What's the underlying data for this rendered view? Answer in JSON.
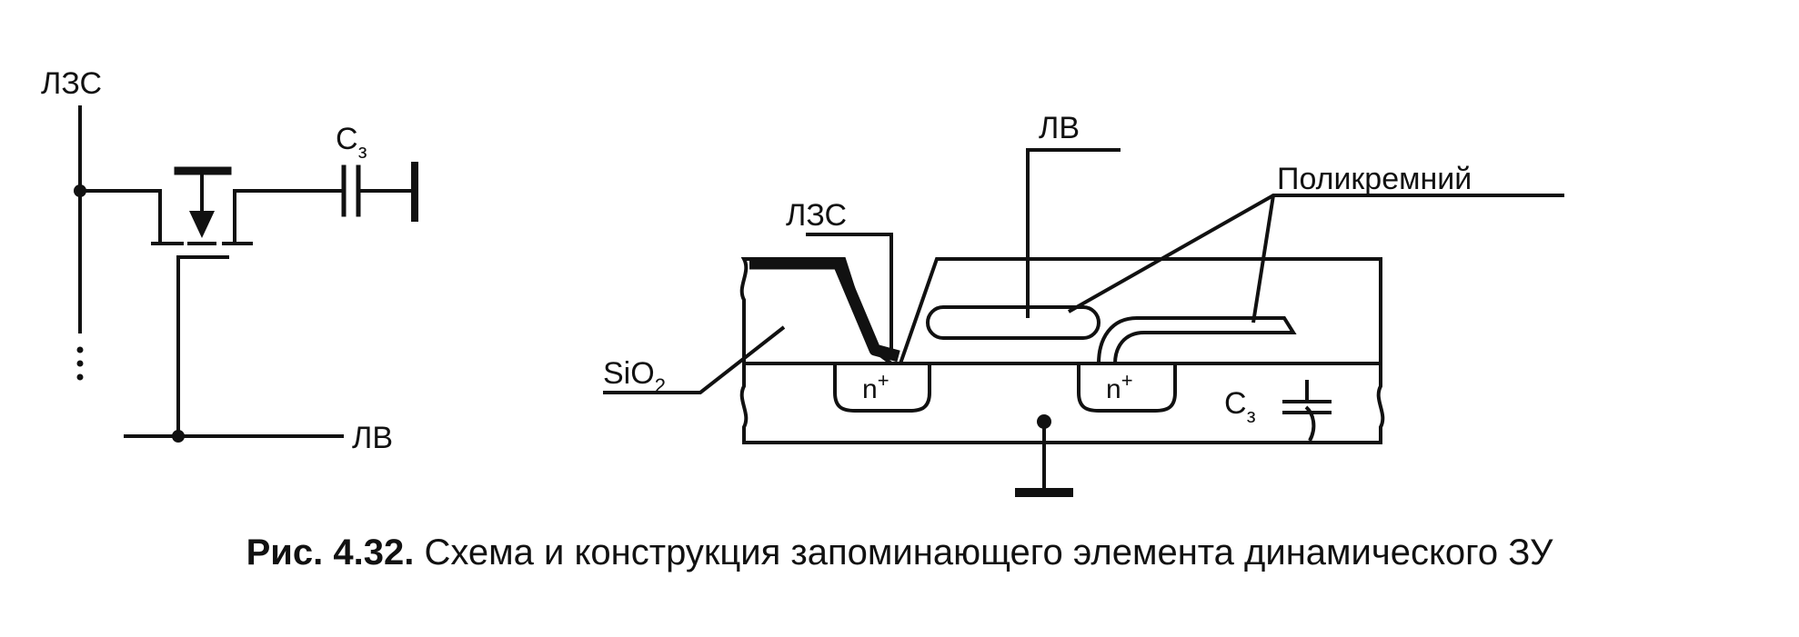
{
  "schematic": {
    "bitline_label": "ЛЗС",
    "wordline_label": "ЛВ",
    "capacitor_label": "C",
    "capacitor_subscript": "з"
  },
  "cross_section": {
    "bitline_label": "ЛЗС",
    "wordline_label": "ЛВ",
    "polysilicon_label": "Поликремний",
    "oxide_label": "SiO",
    "oxide_subscript": "2",
    "diffusion_left_label": "n",
    "diffusion_left_superscript": "+",
    "diffusion_right_label": "n",
    "diffusion_right_superscript": "+",
    "capacitor_label": "C",
    "capacitor_subscript": "з"
  },
  "caption": {
    "number": "Рис. 4.32.",
    "text": "Схема и конструкция запоминающего элемента динамического ЗУ"
  }
}
